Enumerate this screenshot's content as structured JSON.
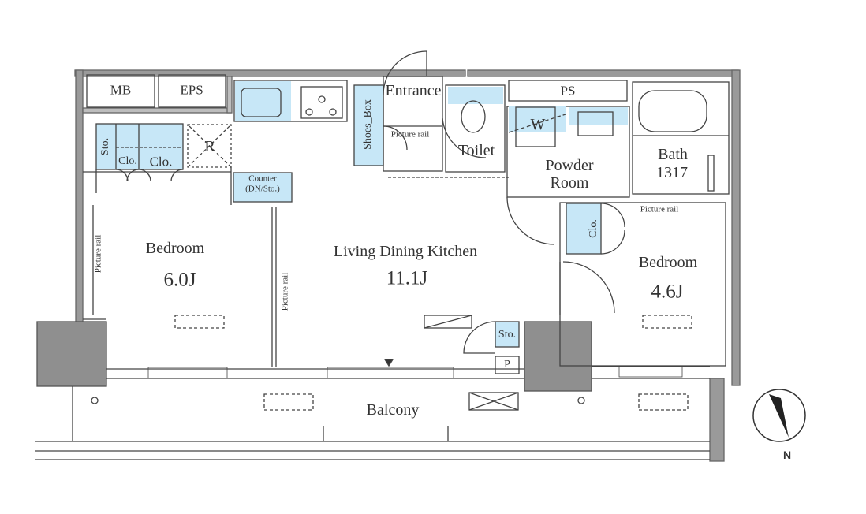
{
  "colors": {
    "wall": "#9a9a9a",
    "fixture_fill": "#c7e7f7",
    "line": "#444444"
  },
  "rooms": {
    "mb": "MB",
    "eps": "EPS",
    "entrance": "Entrance",
    "shoes_box": "Shoes_Box",
    "picture_rail_entrance": "Picture rail",
    "toilet": "Toilet",
    "ps": "PS",
    "washer": "W",
    "powder_room_1": "Powder",
    "powder_room_2": "Room",
    "bath": "Bath",
    "bath_size": "1317",
    "picture_rail_bedroom2": "Picture rail",
    "sto_left": "Sto.",
    "clo_left_1": "Clo.",
    "clo_left_2": "Clo.",
    "refrigerator": "R",
    "counter_1": "Counter",
    "counter_2": "(DN/Sto.)",
    "bedroom1_label": "Bedroom",
    "bedroom1_size": "6.0J",
    "picture_rail_left": "Picture rail",
    "picture_rail_mid": "Picture rail",
    "ldk_label": "Living Dining Kitchen",
    "ldk_size": "11.1J",
    "clo_right": "Clo.",
    "bedroom2_label": "Bedroom",
    "bedroom2_size": "4.6J",
    "sto_small": "Sto.",
    "p": "P",
    "balcony": "Balcony"
  },
  "compass": {
    "label": "N"
  }
}
